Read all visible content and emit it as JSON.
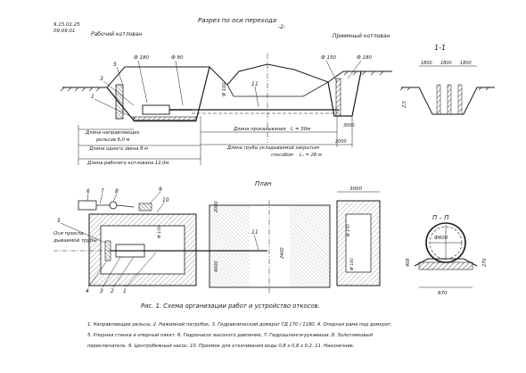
{
  "header": {
    "doc_code_1": "9.15.01.25",
    "doc_code_2": "09.09.01",
    "section_title": "Разрез по оси перехода",
    "page_mark": "-2-",
    "work_pit": "Рабочий котлован",
    "receiving_pit": "Приемный котлован"
  },
  "section_view": {
    "dia_labels": [
      "Ф 180",
      "Ф 80",
      "Ф 150",
      "Ф 180"
    ],
    "dia_mid": "Ф 100",
    "callouts": [
      "5",
      "3",
      "1",
      "11"
    ],
    "dim_guide_rails": "Длина направляющих",
    "dim_guide_rails_2": "рельсов 6,0 м",
    "dim_one_link": "Длина одного звена 8 м",
    "dim_puncture": "Длина прокалывания",
    "dim_puncture_value": "L = 30м",
    "dim_pipe_closed": "Длина трубы укладываемой закрытым",
    "dim_pipe_closed_2": "способом",
    "dim_pipe_closed_value": "Lₙ = 28 м",
    "dim_working_pit": "Длина рабочего котлована 12,0м",
    "dim_3000": "3000",
    "dim_2000": "2000"
  },
  "section_1_1": {
    "title": "1-1",
    "dims": [
      "1800",
      "1800",
      "1800"
    ],
    "depth": "2,5"
  },
  "plan": {
    "title": "План",
    "callouts": [
      "6",
      "7",
      "8",
      "9",
      "10",
      "5",
      "4",
      "3",
      "2",
      "1",
      "11"
    ],
    "axis_label_1": "Оси прокла-",
    "axis_label_2": "дываемой трубы",
    "dim_3000": "3000",
    "dims_vertical": [
      "2000",
      "2400",
      "4000"
    ],
    "pipe_marks": [
      "Ф 150",
      "Ф 180",
      "Ф 100"
    ]
  },
  "section_2_2": {
    "title": "П – П",
    "diameter": "Ф600",
    "dim_bottom": "870",
    "dim_left": "408",
    "dim_right": "270"
  },
  "caption": {
    "title": "Рис. 1. Схема организации работ и устройство откосов.",
    "legend": [
      "1. Направляющие рельсы, 2. Нажимной патрубок, 3. Гидравлический домкрат ГД 170 / 1180. 4. Опорная рама под домкрат.",
      "5. Упорная стенка и опорный пакет. 6. Гидронасос высокого давления, 7. Гидрошланги-рукавиши. 8. Золотниковый",
      "переключатель. 9. Центробежный насос. 10. Приямок для откачивания воды 0,8 х 0,8 х 0,2. 11. Наконечник."
    ]
  }
}
